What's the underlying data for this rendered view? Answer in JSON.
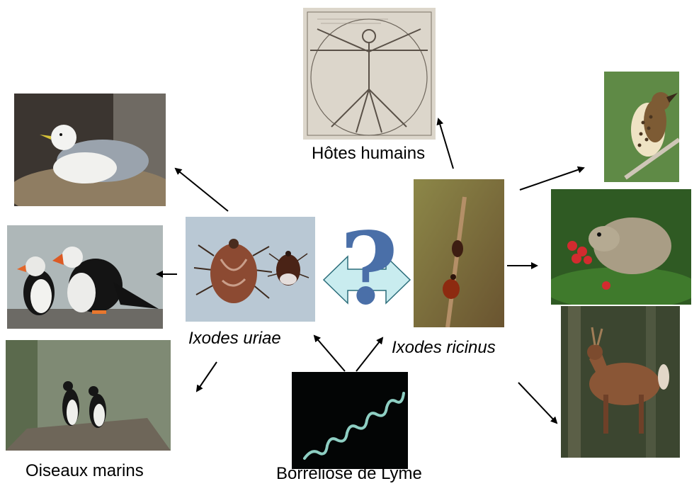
{
  "labels": {
    "human_hosts": "Hôtes humains",
    "tick_seabird": "Ixodes uriae",
    "tick_castor": "Ixodes ricinus",
    "seabirds": "Oiseaux marins",
    "lyme": "Borreliose de Lyme"
  },
  "question_mark": "?",
  "images": [
    {
      "id": "vitruvian-man",
      "depicts": "human figure drawing"
    },
    {
      "id": "kittiwake",
      "depicts": "gull on nest"
    },
    {
      "id": "puffins",
      "depicts": "puffins on rock"
    },
    {
      "id": "guillemots",
      "depicts": "murres on cliff"
    },
    {
      "id": "ixodes-uriae",
      "depicts": "two ticks"
    },
    {
      "id": "ixodes-ricinus",
      "depicts": "tick on stem"
    },
    {
      "id": "borrelia",
      "depicts": "spirochete bacterium"
    },
    {
      "id": "song-thrush",
      "depicts": "thrush on branch"
    },
    {
      "id": "vole",
      "depicts": "rodent eating berries"
    },
    {
      "id": "roe-deer",
      "depicts": "deer in forest"
    }
  ],
  "colors": {
    "arrow": "#000000",
    "double_arrow_fill": "#c9ecef",
    "double_arrow_stroke": "#2b6d7a",
    "question_mark": "#4a6fa8"
  }
}
